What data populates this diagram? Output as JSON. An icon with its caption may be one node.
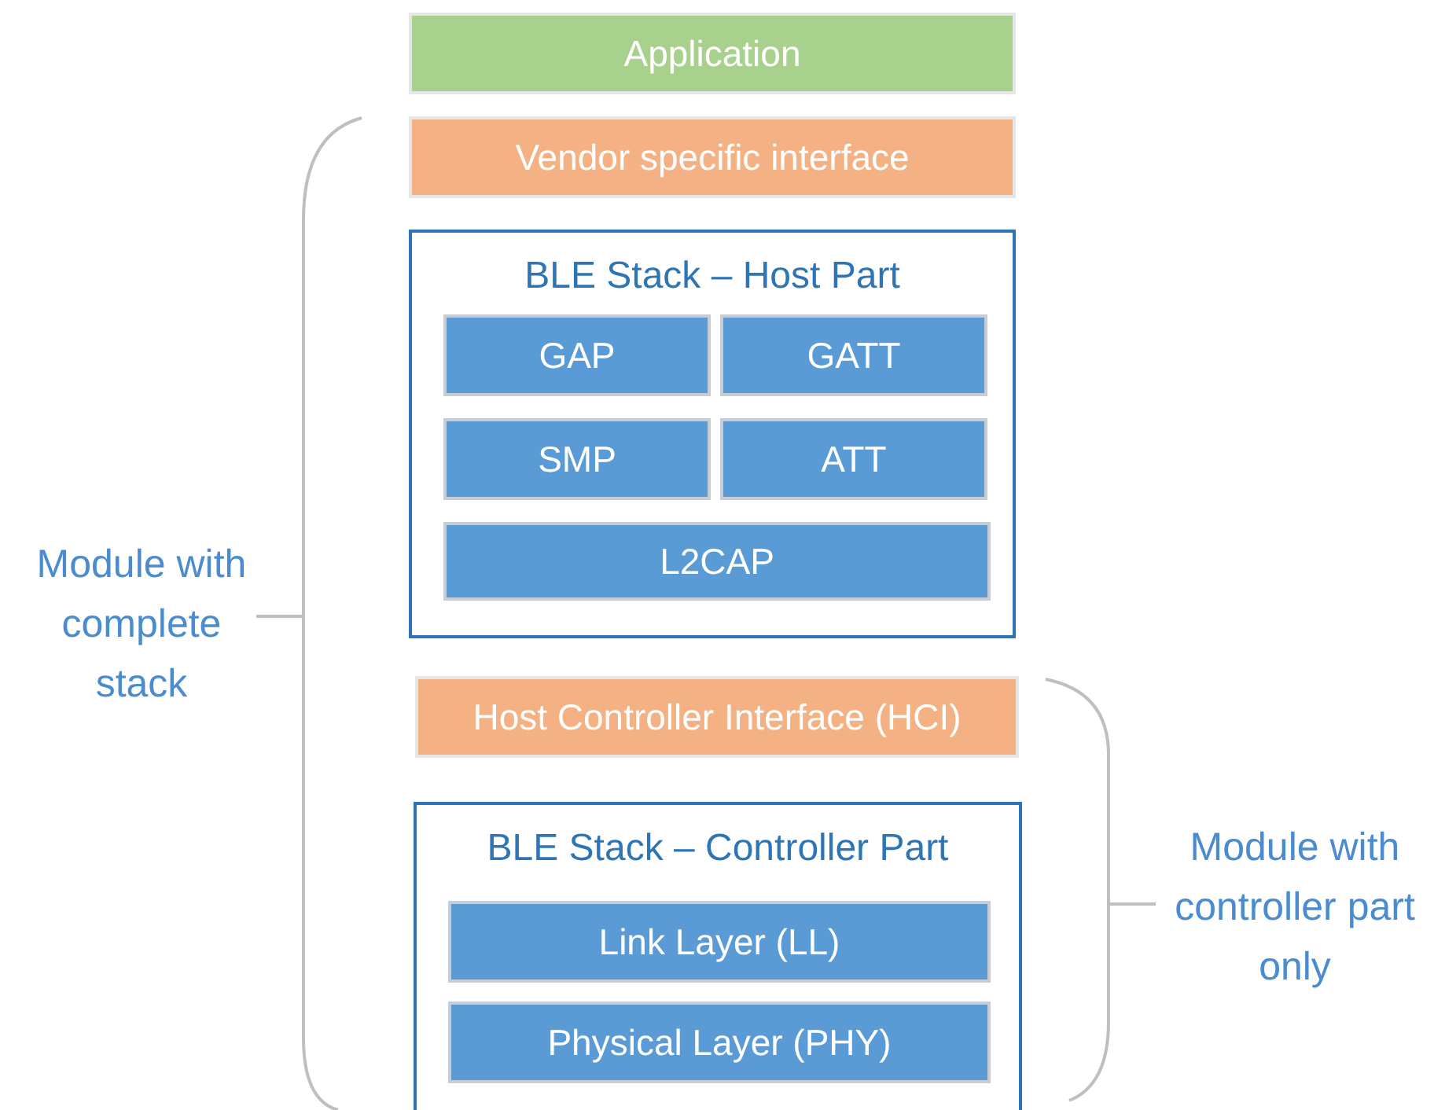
{
  "diagram": {
    "nodes": [
      {
        "text": [
          "Application"
        ]
      },
      {
        "text": [
          "Vendor specific interface"
        ]
      },
      {
        "text": [
          "BLE Stack – Host Part"
        ]
      },
      {
        "text": [
          "GAP"
        ],
        "in": 2
      },
      {
        "text": [
          "GATT"
        ],
        "in": 2
      },
      {
        "text": [
          "SMP"
        ],
        "in": 2
      },
      {
        "text": [
          "ATT"
        ],
        "in": 2
      },
      {
        "text": [
          "L2CAP"
        ],
        "in": 2
      },
      {
        "text": [
          "Host Controller Interface (HCI)"
        ]
      },
      {
        "text": [
          "BLE Stack – Controller Part"
        ]
      },
      {
        "text": [
          "Link Layer (LL)"
        ],
        "in": 9
      },
      {
        "text": [
          "Physical Layer (PHY)"
        ],
        "in": 9
      }
    ],
    "edges": [],
    "labels": [
      "Module with complete stack",
      "Module with controller part only"
    ]
  }
}
